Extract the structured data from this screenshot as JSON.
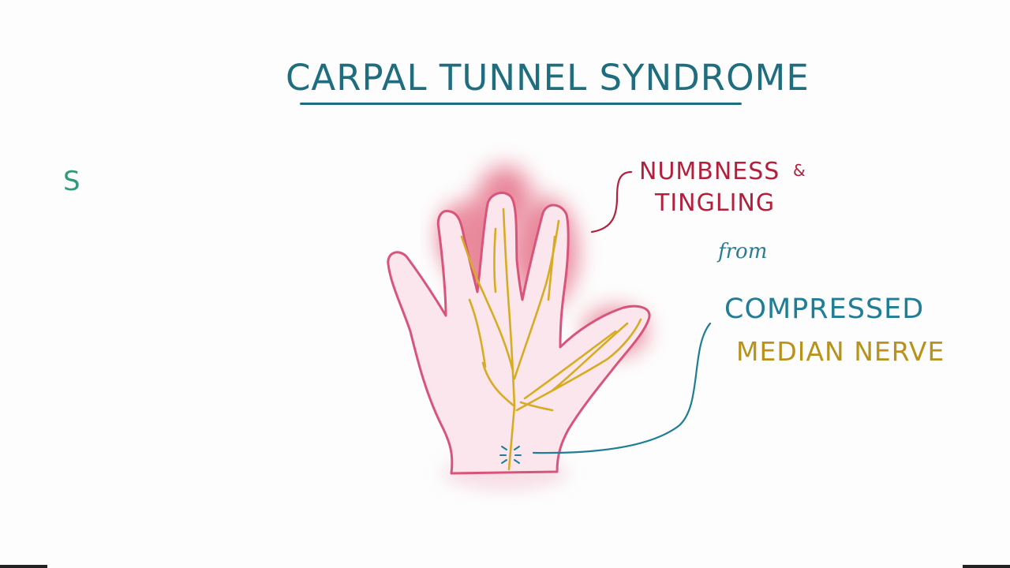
{
  "title": "CARPAL TUNNEL SYNDROME",
  "side_letter": "S",
  "symptom": {
    "line1": "NUMBNESS",
    "ampersand": "&",
    "line2": "TINGLING"
  },
  "connector_word": "from",
  "cause": {
    "line1": "COMPRESSED",
    "line2": "MEDIAN NERVE"
  },
  "colors": {
    "title": "#1f6e80",
    "symptom": "#b3203e",
    "cause_compressed": "#1f7d95",
    "cause_nerve": "#b8921a",
    "hand_fill": "#fbe6ee",
    "hand_outline": "#d9547a",
    "nerve": "#d6ac22",
    "glow": "#e8667f"
  }
}
